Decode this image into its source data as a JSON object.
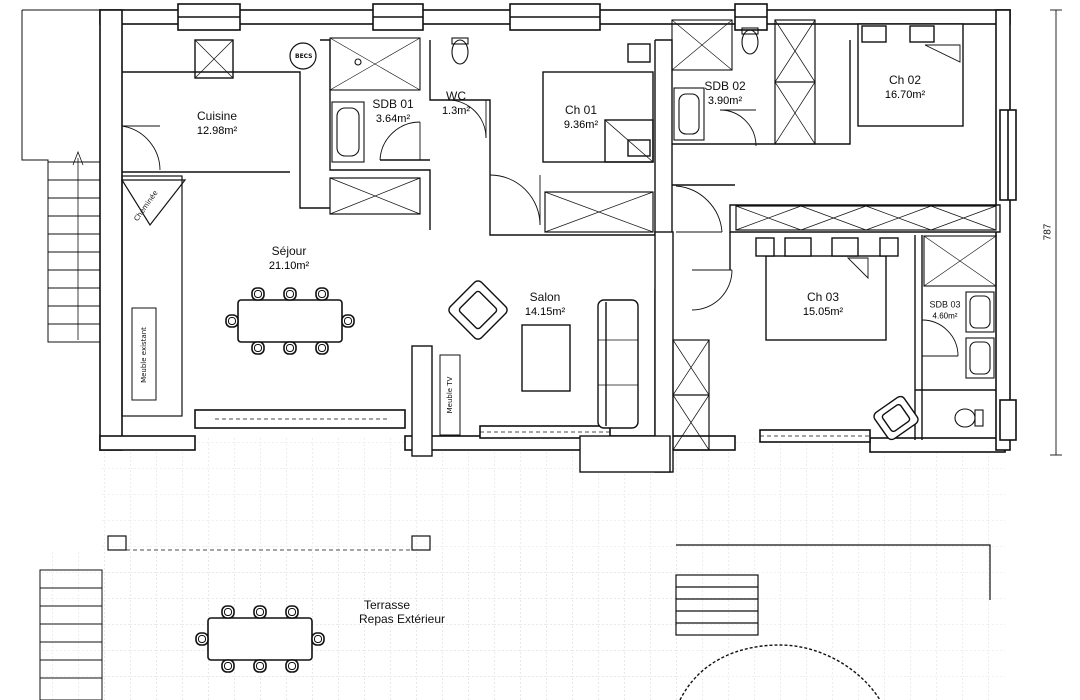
{
  "rooms": {
    "cuisine": {
      "name": "Cuisine",
      "area": "12.98m²"
    },
    "sdb01": {
      "name": "SDB 01",
      "area": "3.64m²"
    },
    "wc": {
      "name": "WC",
      "area": "1.3m²"
    },
    "ch01": {
      "name": "Ch 01",
      "area": "9.36m²"
    },
    "sdb02": {
      "name": "SDB 02",
      "area": "3.90m²"
    },
    "ch02": {
      "name": "Ch 02",
      "area": "16.70m²"
    },
    "sejour": {
      "name": "Séjour",
      "area": "21.10m²"
    },
    "salon": {
      "name": "Salon",
      "area": "14.15m²"
    },
    "ch03": {
      "name": "Ch 03",
      "area": "15.05m²"
    },
    "sdb03": {
      "name": "SDB 03",
      "area": "4.60m²"
    },
    "terrasse": {
      "line1": "Terrasse",
      "line2": "Repas Extérieur"
    }
  },
  "fixtures": {
    "becs": "BECS",
    "cheminee": "Cheminée",
    "meuble_existant": "Meuble existant",
    "meuble_tv": "Meuble TV"
  },
  "dimension": {
    "value": "787"
  },
  "colors": {
    "line": "#1a1a1a",
    "background": "#ffffff",
    "wall_fill": "#ffffff"
  }
}
